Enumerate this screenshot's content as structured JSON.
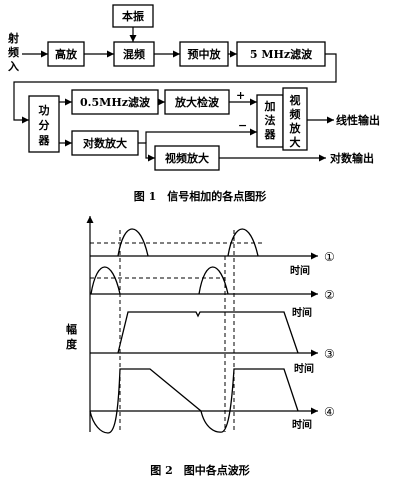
{
  "figure1": {
    "input_label": "射频入",
    "blocks": {
      "local_osc": "本振",
      "hf_amp": "高放",
      "mixer": "混频",
      "pre_if_amp": "预中放",
      "filter_5mhz": "5 MHz滤波",
      "splitter": "功分器",
      "filter_05mhz": "0.5MHz滤波",
      "amp_detect": "放大检波",
      "log_amp": "对数放大",
      "video_amp_1": "视频放大",
      "adder": "加法器",
      "video_amp_2": "视频放大"
    },
    "plus_sign": "+",
    "minus_sign": "−",
    "outputs": {
      "linear": "线性输出",
      "log": "对数输出"
    },
    "caption": "图 1　信号相加的各点图形"
  },
  "figure2": {
    "y_axis_label": "幅度",
    "time_label": "时间",
    "markers": [
      "①",
      "②",
      "③",
      "④"
    ],
    "caption": "图 2　图中各点波形"
  }
}
